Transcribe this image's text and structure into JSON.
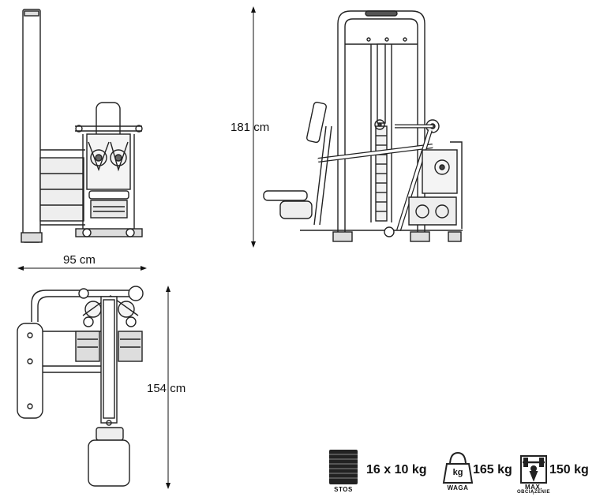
{
  "dimensions": {
    "width": "95 cm",
    "height": "181 cm",
    "depth": "154 cm"
  },
  "specs": {
    "stack_value": "16 x 10 kg",
    "stack_caption": "STOS",
    "weight_icon_text": "kg",
    "weight_value": "165 kg",
    "weight_caption": "WAGA",
    "max_value": "150 kg",
    "max_caption_line1": "MAX.",
    "max_caption_line2": "OBCIĄŻENIE"
  }
}
